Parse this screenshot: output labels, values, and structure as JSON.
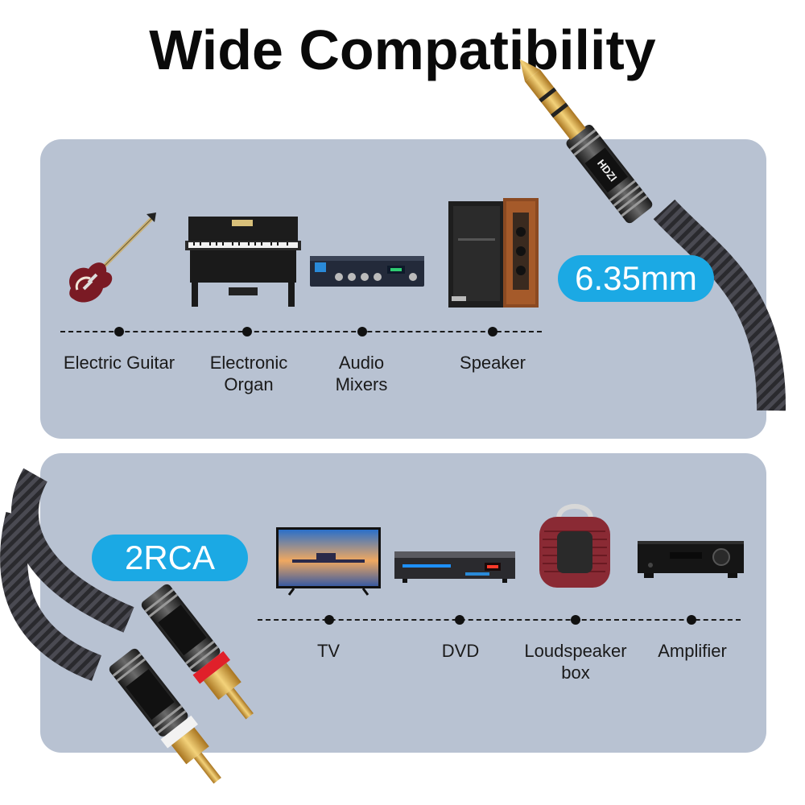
{
  "title": "Wide Compatibility",
  "top_section": {
    "badge": "6.35mm",
    "devices": [
      {
        "label_line1": "Electric Guitar",
        "label_line2": "",
        "icon": "electric-guitar-icon"
      },
      {
        "label_line1": "Electronic",
        "label_line2": "Organ",
        "icon": "electronic-organ-icon"
      },
      {
        "label_line1": "Audio",
        "label_line2": "Mixers",
        "icon": "audio-mixer-icon"
      },
      {
        "label_line1": "Speaker",
        "label_line2": "",
        "icon": "speaker-icon"
      }
    ]
  },
  "bottom_section": {
    "badge": "2RCA",
    "devices": [
      {
        "label_line1": "TV",
        "label_line2": "",
        "icon": "tv-icon"
      },
      {
        "label_line1": "DVD",
        "label_line2": "",
        "icon": "dvd-player-icon"
      },
      {
        "label_line1": "Loudspeaker",
        "label_line2": "box",
        "icon": "loudspeaker-box-icon"
      },
      {
        "label_line1": "Amplifier",
        "label_line2": "",
        "icon": "amplifier-icon"
      }
    ]
  },
  "brand": "HDZI",
  "colors": {
    "panel": "#b8c2d2",
    "badge": "#1ba9e4",
    "gold": "#d4a23a",
    "rca_red": "#e0202a",
    "rca_white": "#f2f2f2"
  }
}
